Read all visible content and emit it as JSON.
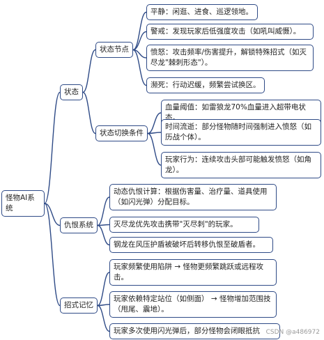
{
  "diagram": {
    "root": "怪物AI系统",
    "branches": [
      {
        "label": "状态",
        "children": [
          {
            "label": "状态节点",
            "children": [
              "平静：闲逛、进食、巡逻领地。",
              "警戒：发现玩家后低强度攻击（如吼叫威慑）。",
              "愤怒：攻击频率/伤害提升，解锁特殊招式（如灭尽龙\"棘刺形态\"）。",
              "濒死：行动迟缓，频繁尝试换区。"
            ]
          },
          {
            "label": "状态切换条件",
            "children": [
              "血量阈值：如雷狼龙70%血量进入超带电状态。",
              "时间流逝：部分怪物随时间强制进入愤怒（如历战个体）。",
              "玩家行为：连续攻击头部可能触发愤怒（如角龙）。"
            ]
          }
        ]
      },
      {
        "label": "仇恨系统",
        "children": [
          "动态仇恨计算：根据伤害量、治疗量、道具使用（如闪光弹）分配目标。",
          "灭尽龙优先攻击携带\"灭尽刺\"的玩家。",
          "钢龙在风压护盾被破坏后转移仇恨至破盾者。"
        ]
      },
      {
        "label": "招式记忆",
        "children": [
          "玩家频繁使用陷阱 → 怪物更频繁跳跃或远程攻击。",
          "玩家依赖特定站位（如侧面） → 怪物增加范围技（甩尾、震地）。",
          "玩家多次使用闪光弹后，部分怪物会闭眼抵抗"
        ]
      }
    ]
  },
  "watermark": "CSDN @a486972",
  "colors": {
    "line": "#2e4a86",
    "border": "#2e4a86"
  }
}
